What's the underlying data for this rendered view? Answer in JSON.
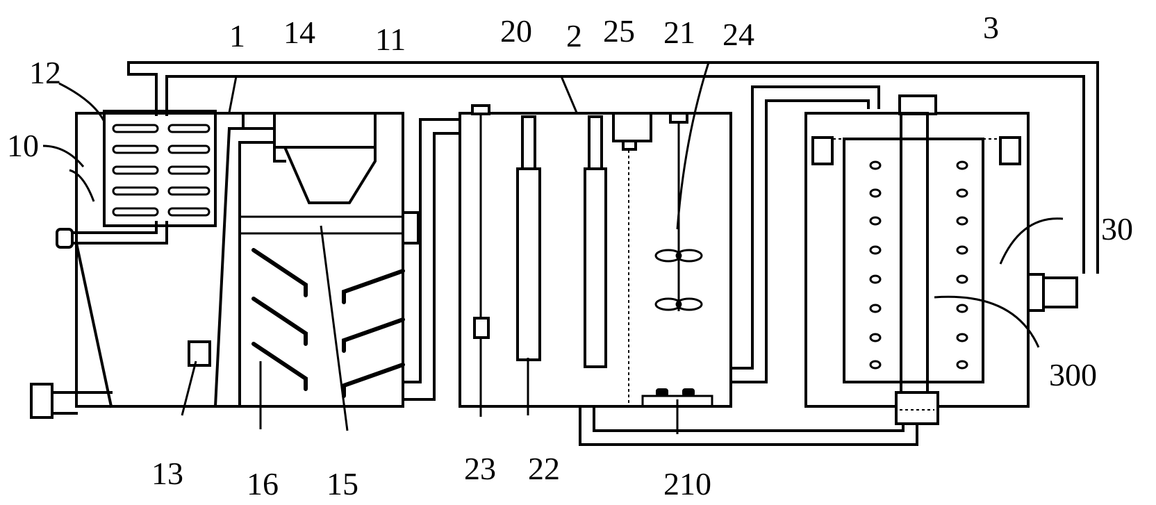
{
  "labels": {
    "l1": "1",
    "l2": "2",
    "l3": "3",
    "l10": "10",
    "l11": "11",
    "l12": "12",
    "l13": "13",
    "l14": "14",
    "l15": "15",
    "l16": "16",
    "l20": "20",
    "l21": "21",
    "l22": "22",
    "l23": "23",
    "l24": "24",
    "l25": "25",
    "l30": "30",
    "l210": "210",
    "l300": "300"
  }
}
